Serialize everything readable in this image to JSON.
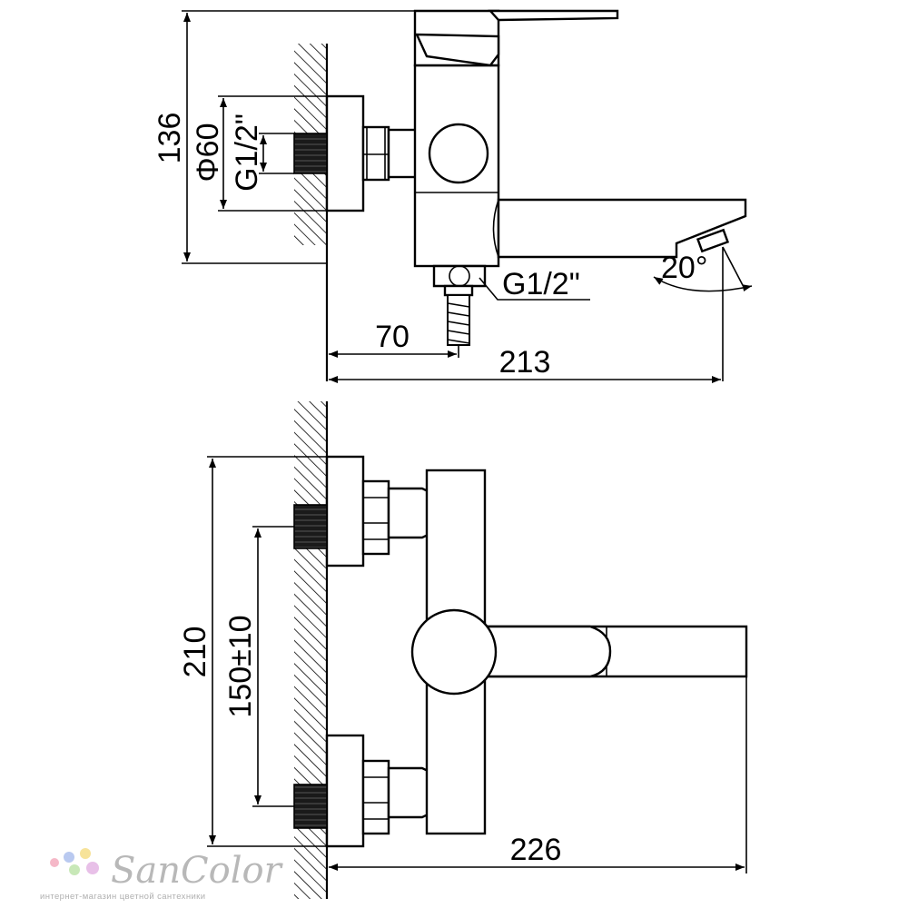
{
  "side_view": {
    "dim_height": "136",
    "dim_diameter": "Φ60",
    "dim_thread_inlet": "G1/2\"",
    "dim_thread_outlet": "G1/2\"",
    "dim_angle": "20°",
    "dim_outlet_offset": "70",
    "dim_spout_reach": "213"
  },
  "front_view": {
    "dim_overall_height": "210",
    "dim_center_distance": "150±10",
    "dim_total_length": "226"
  },
  "logo": {
    "name": "SanColor",
    "tagline": "интернет-магазин цветной сантехники",
    "dot_colors": [
      "#f5b8c8",
      "#b9c9f0",
      "#f7e39a",
      "#c8e8b8",
      "#e8c0e8"
    ]
  }
}
